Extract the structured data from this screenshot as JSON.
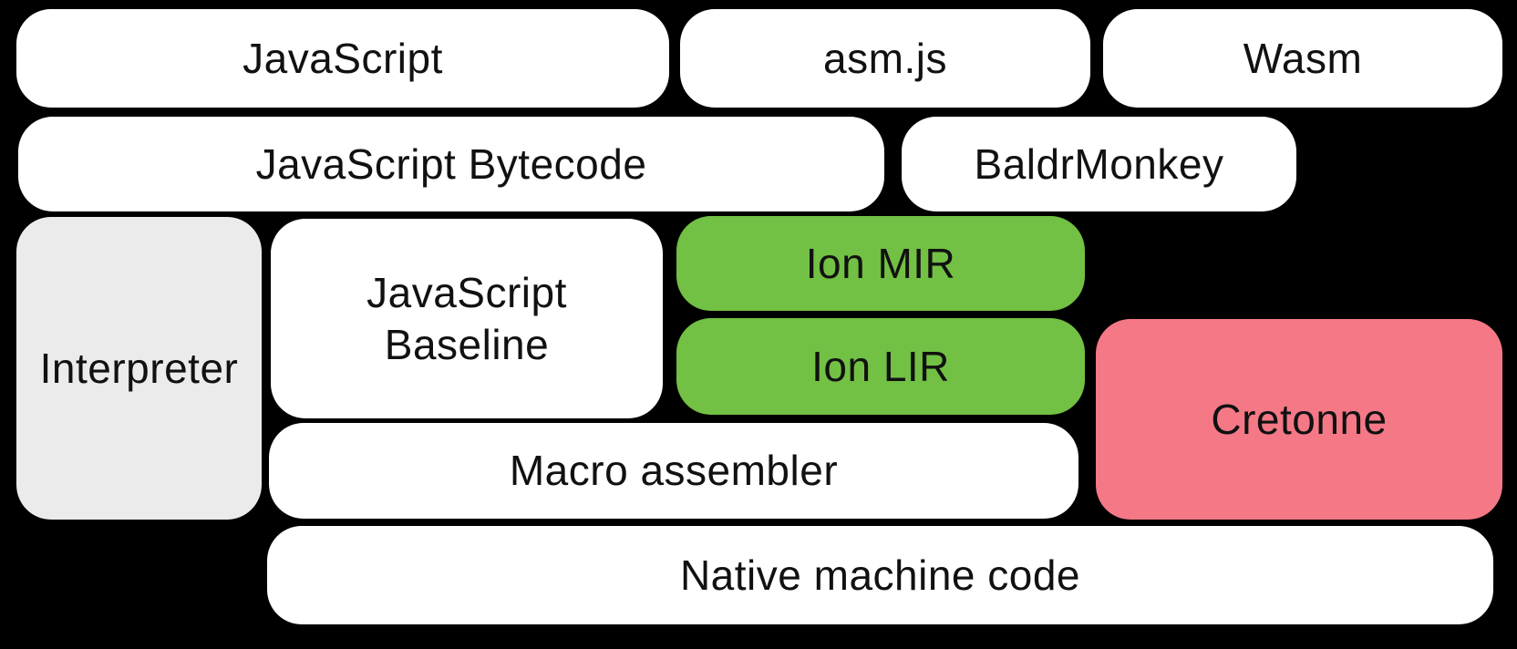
{
  "diagram": {
    "background": "#000000",
    "text_color": "#111111",
    "boxes": [
      {
        "id": "javascript",
        "label": "JavaScript",
        "color": "#FFFFFF"
      },
      {
        "id": "asmjs",
        "label": "asm.js",
        "color": "#FFFFFF"
      },
      {
        "id": "wasm",
        "label": "Wasm",
        "color": "#FFFFFF"
      },
      {
        "id": "javascript-bytecode",
        "label": "JavaScript Bytecode",
        "color": "#FFFFFF"
      },
      {
        "id": "baldrmonkey",
        "label": "BaldrMonkey",
        "color": "#FFFFFF"
      },
      {
        "id": "interpreter",
        "label": "Interpreter",
        "color": "#EBEBEB"
      },
      {
        "id": "javascript-baseline",
        "label": "JavaScript\nBaseline",
        "color": "#FFFFFF"
      },
      {
        "id": "ion-mir",
        "label": "Ion MIR",
        "color": "#72C044"
      },
      {
        "id": "ion-lir",
        "label": "Ion LIR",
        "color": "#72C044"
      },
      {
        "id": "cretonne",
        "label": "Cretonne",
        "color": "#F57886"
      },
      {
        "id": "macro-assembler",
        "label": "Macro assembler",
        "color": "#FFFFFF"
      },
      {
        "id": "native-machine-code",
        "label": "Native machine code",
        "color": "#FFFFFF"
      }
    ]
  }
}
